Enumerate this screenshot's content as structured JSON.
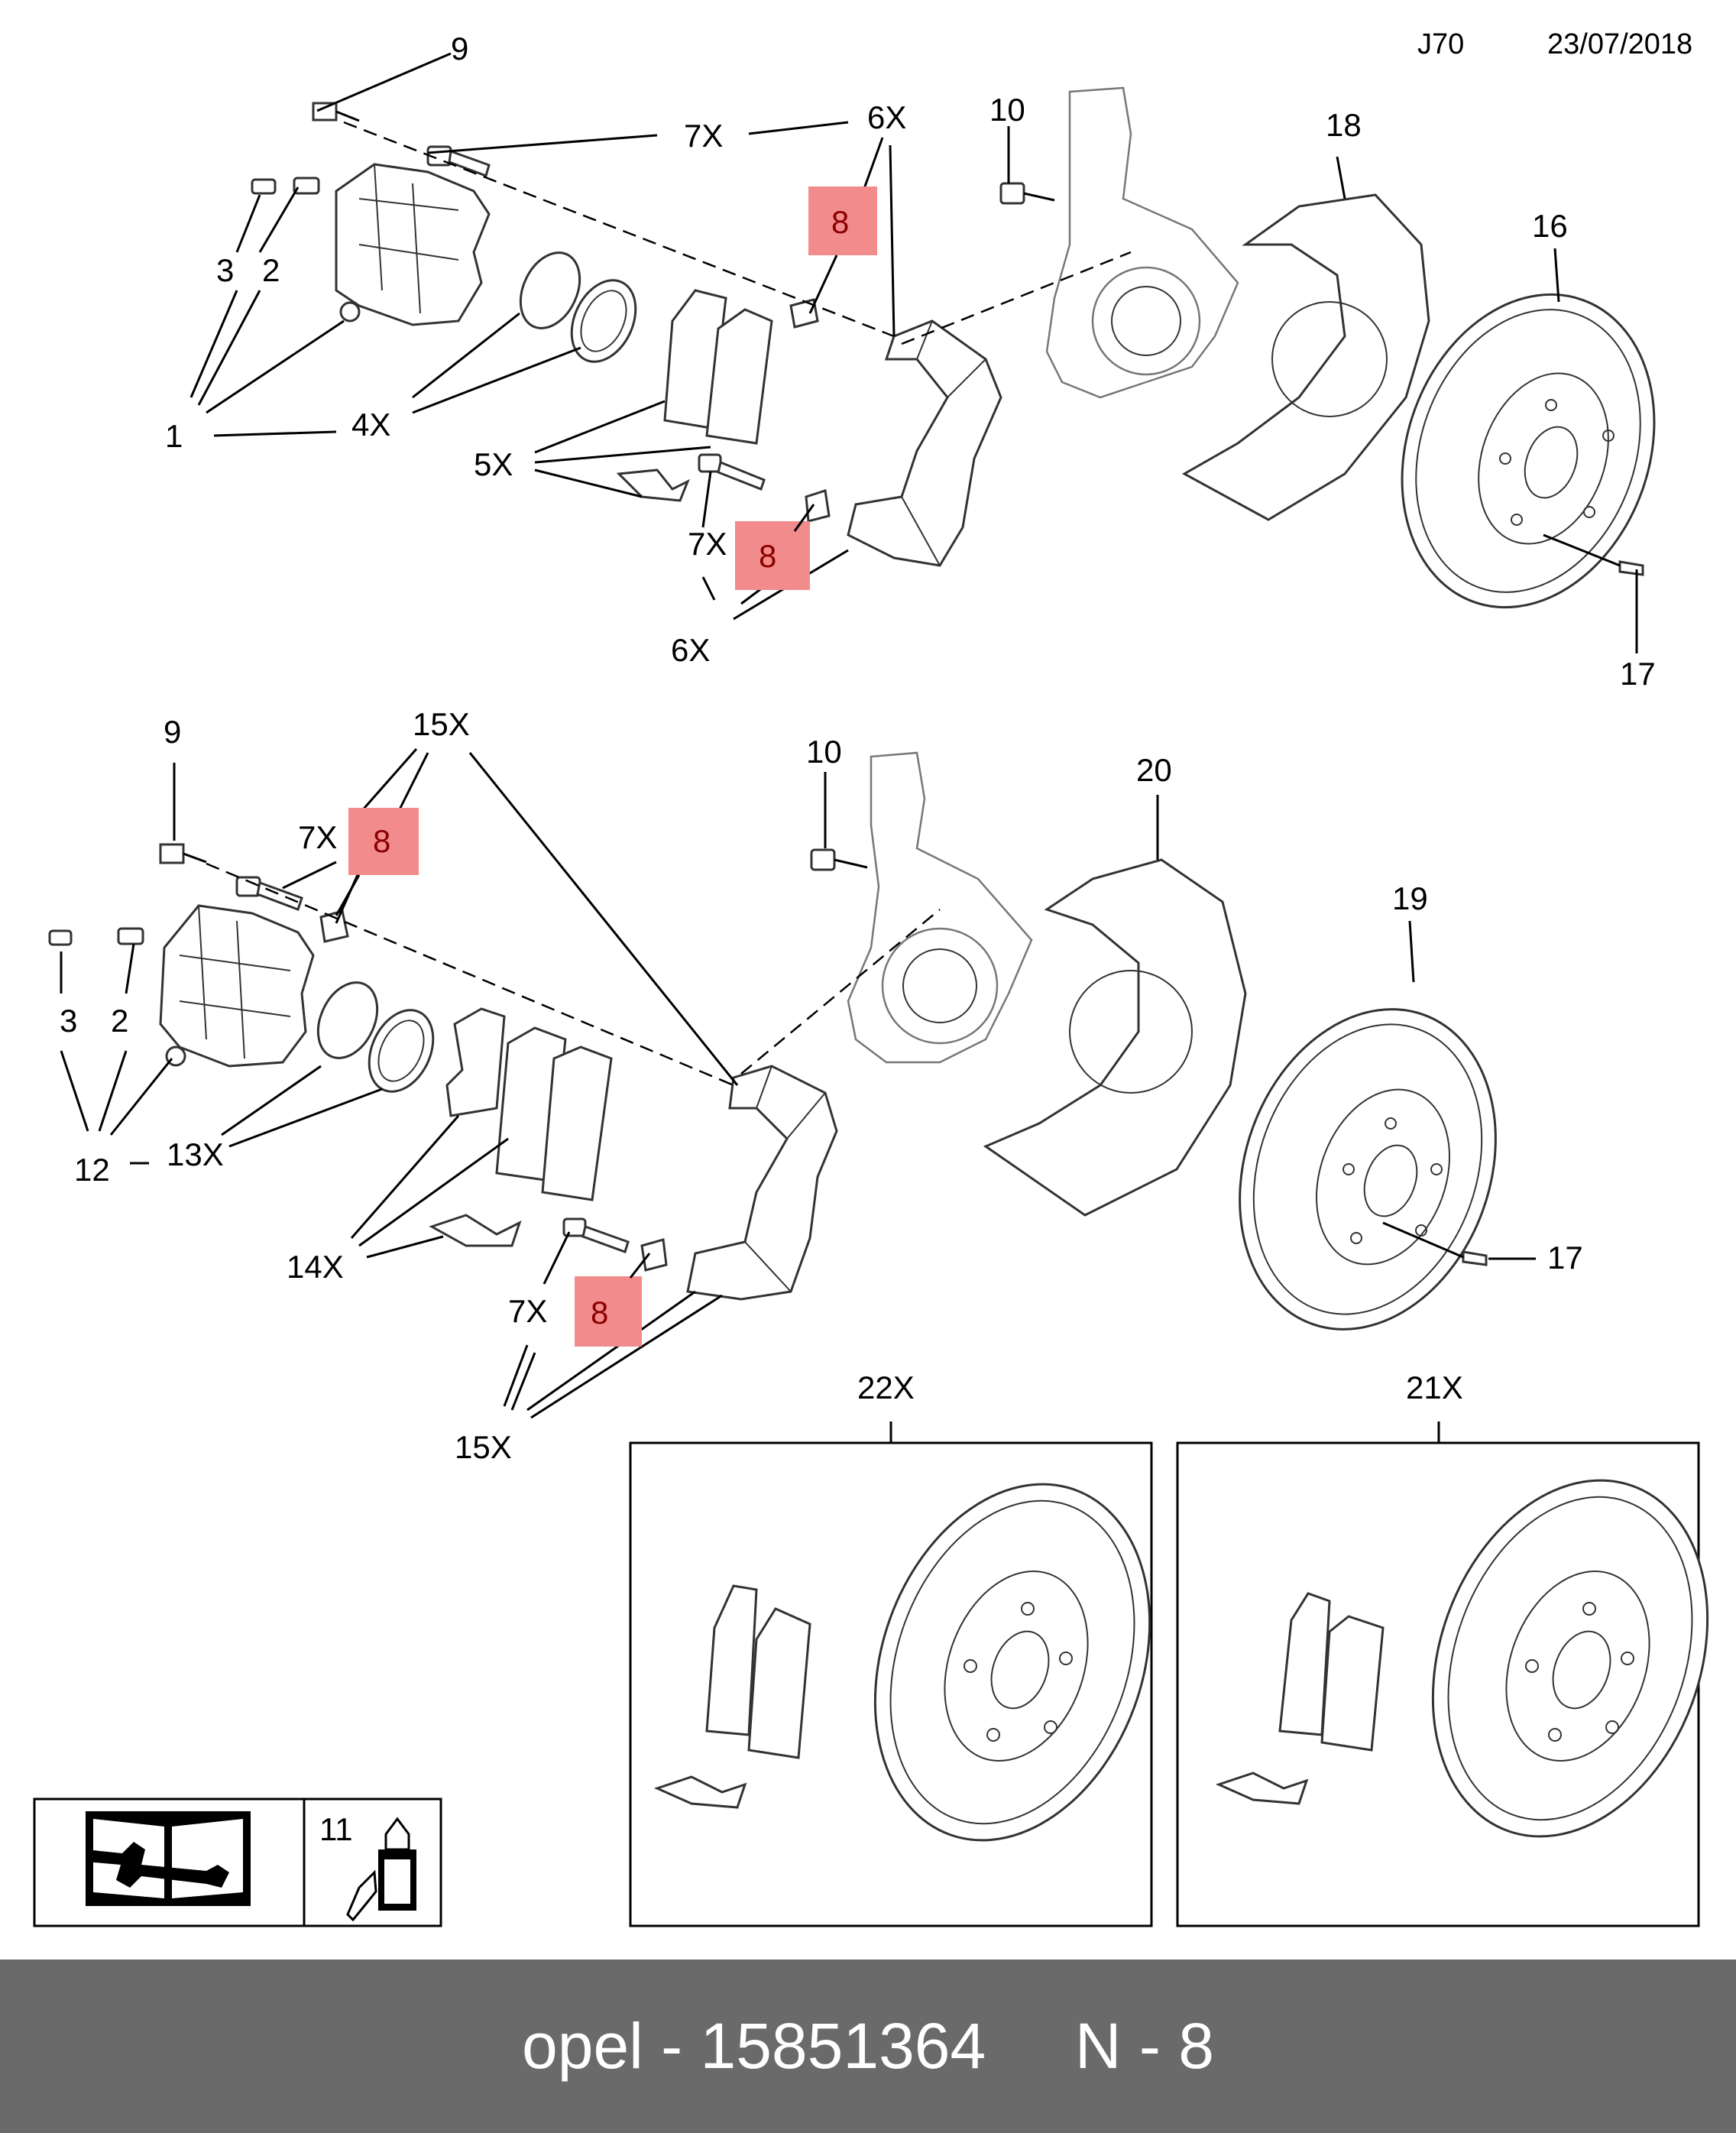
{
  "header": {
    "code": "J70",
    "date": "23/07/2018"
  },
  "callouts": {
    "c1": "1",
    "c2a": "2",
    "c3a": "3",
    "c4x": "4X",
    "c5x": "5X",
    "c6x_top": "6X",
    "c6x_bottom": "6X",
    "c7x_top": "7X",
    "c7x_mid": "7X",
    "c8_a": "8",
    "c8_b": "8",
    "c9a": "9",
    "c10a": "10",
    "c16": "16",
    "c17a": "17",
    "c18": "18",
    "c9b": "9",
    "c15x_top": "15X",
    "c7x_c": "7X",
    "c8_c": "8",
    "c3b": "3",
    "c2b": "2",
    "c12": "12",
    "c13x": "13X",
    "c14x": "14X",
    "c7x_d": "7X",
    "c8_d": "8",
    "c15x_bottom": "15X",
    "c10b": "10",
    "c20": "20",
    "c19": "19",
    "c17b": "17",
    "c22x": "22X",
    "c21x": "21X",
    "c11": "11"
  },
  "highlight_color": "#f28b8b",
  "legend": {
    "manual_icon": "manual-wrench-icon",
    "sealant_icon": "sealant-bottle-icon"
  },
  "footer": {
    "text": "opel - 15851364     N - 8"
  }
}
